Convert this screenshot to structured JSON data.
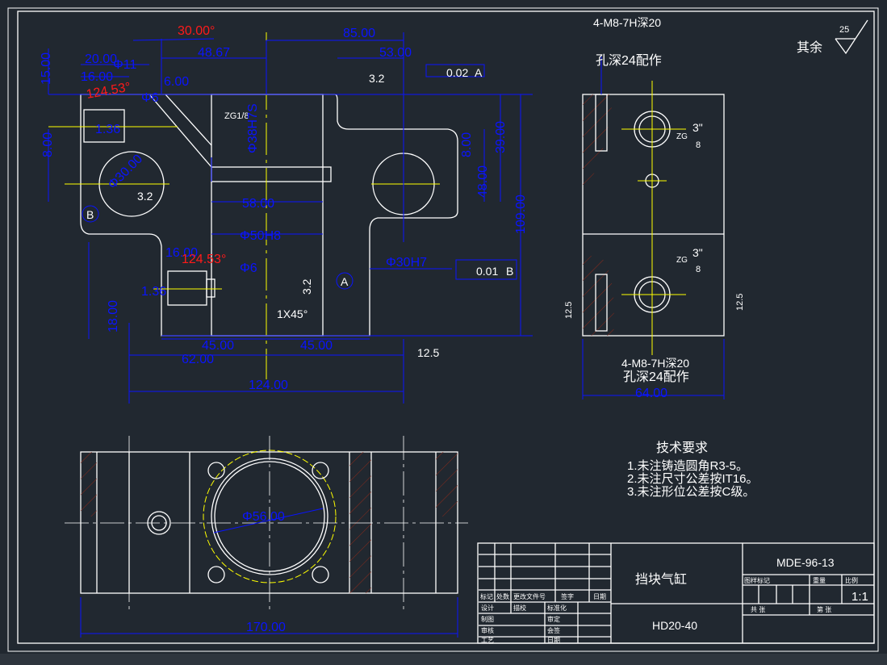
{
  "drawing": {
    "main_dims": [
      "30.00°",
      "85.00",
      "48.67",
      "53.00",
      "20.00",
      "Φ11",
      "16.00",
      "6.00",
      "15.00",
      "124.53°",
      "3.2",
      "0.02",
      "A",
      "ZG1/8",
      "Φ6",
      "1.36",
      "8.00",
      "Φ38H7S",
      "8.00",
      "39.00",
      "Φ30.00",
      "3.2",
      "B",
      "48.00",
      "58.00",
      "109.00",
      "Φ50H8",
      "Φ30H7",
      "0.01",
      "B",
      "16.00",
      "124.53°",
      "Φ6",
      "3.2",
      "A",
      "1.36",
      "18.00",
      "1X45°",
      "45.00",
      "45.00",
      "62.00",
      "124.00",
      "12.5"
    ],
    "side_dims": [
      "4-M8-7H深20",
      "孔深24配作",
      "ZG",
      "3\"",
      "8",
      "ZG",
      "3\"",
      "8",
      "12.5",
      "12.5",
      "4-M8-7H深20",
      "孔深24配作",
      "64.00"
    ],
    "bottom_dims": [
      "Φ56.00",
      "170.00"
    ],
    "roughness_note": {
      "label": "其余",
      "value": "25"
    },
    "tech_requirements": {
      "title": "技术要求",
      "items": [
        "1.未注铸造圆角R3-5。",
        "2.未注尺寸公差按IT16。",
        "3.未注形位公差按C级。"
      ]
    }
  },
  "title_block": {
    "part_name": "挡块气缸",
    "part_code": "HD20-40",
    "drawing_no": "MDE-96-13",
    "scale": "1:1",
    "labels": {
      "mark": "标记",
      "count": "处数",
      "doc": "更改文件号",
      "sign": "签字",
      "date": "日期",
      "design": "设计",
      "std": "标准化",
      "check": "审核",
      "craft": "工艺",
      "draw": "制图",
      "approve": "审定",
      "sign2": "会签",
      "date2": "日期",
      "proofread": "描校",
      "stage": "图样标记",
      "weight": "重量",
      "ratio": "比例",
      "total": "共 张",
      "sheet": "第 张"
    }
  },
  "colors": {
    "background": "#212830",
    "outline": "#ffffff",
    "dimension": "#0a14ff",
    "center": "#ffff00",
    "hatch": "#8b2a1a",
    "highlight": "#ff1a1a"
  }
}
